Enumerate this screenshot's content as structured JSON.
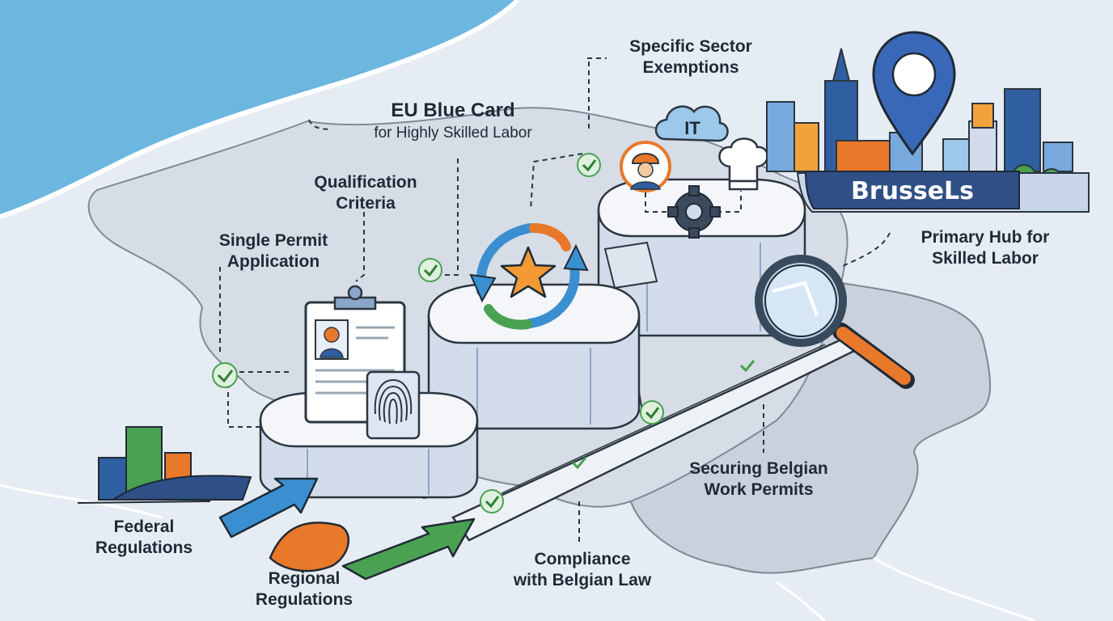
{
  "labels": {
    "specific_sector_line1": "Specific Sector",
    "specific_sector_line2": "Exemptions",
    "eu_blue_card": "EU Blue Card",
    "eu_blue_card_sub": "for Highly Skilled Labor",
    "qualification_line1": "Qualification",
    "qualification_line2": "Criteria",
    "single_permit_line1": "Single Permit",
    "single_permit_line2": "Application",
    "primary_hub_line1": "Primary Hub for",
    "primary_hub_line2": "Skilled Labor",
    "securing_line1": "Securing Belgian",
    "securing_line2": "Work Permits",
    "compliance_line1": "Compliance",
    "compliance_line2": "with Belgian Law",
    "federal_line1": "Federal",
    "federal_line2": "Regulations",
    "regional_line1": "Regional",
    "regional_line2": "Regulations"
  },
  "city_banner": "BrusseLs",
  "it_icon_text": "IT",
  "icons": [
    "map-pin-icon",
    "magnifier-icon",
    "gear-icon",
    "chef-hat-icon",
    "worker-icon",
    "cloud-icon",
    "star-icon",
    "cycle-arrows-icon",
    "clipboard-icon",
    "fingerprint-icon",
    "check-icon",
    "bar-chart-icon",
    "arrow-icon"
  ],
  "colors": {
    "sea": "#6cb7e0",
    "land": "#d6dde6",
    "navy": "#2f4f86",
    "orange": "#e8782a",
    "green": "#4aa152",
    "blue": "#3a8fd0",
    "check": "#4aa152"
  }
}
